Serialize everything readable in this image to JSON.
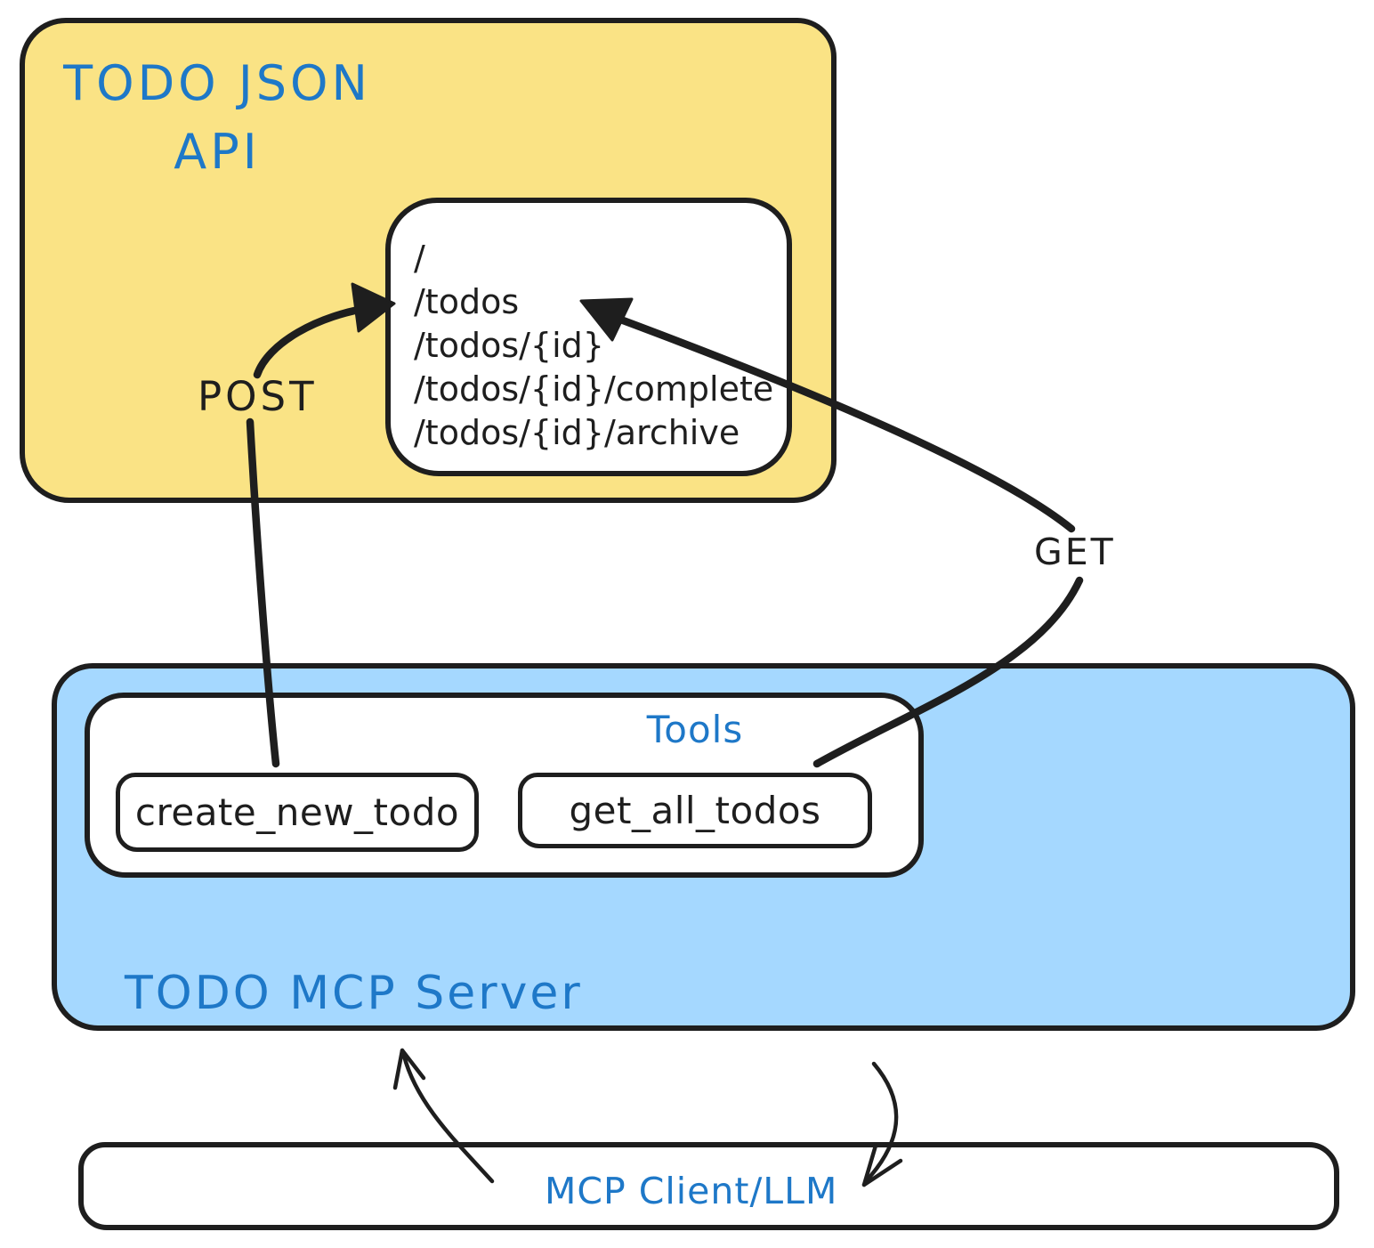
{
  "api_box": {
    "title": [
      "TODO JSON",
      "API"
    ],
    "endpoints_box": {
      "paths": [
        "/",
        "/todos",
        "/todos/{id}",
        "/todos/{id}/complete",
        "/todos/{id}/archive"
      ]
    }
  },
  "mcp_server_box": {
    "label": "TODO MCP Server",
    "tools_box": {
      "label": "Tools",
      "tools": [
        "create_new_todo",
        "get_all_todos"
      ]
    }
  },
  "client_box": {
    "label": "MCP Client/LLM"
  },
  "arrow_labels": {
    "post": "POST",
    "get": "GET"
  },
  "colors": {
    "ink": "#1e1e1e",
    "api_fill": "#FAE385",
    "server_fill": "#A5D8FF",
    "accent_text": "#1E78C8",
    "box_fill": "#ffffff"
  }
}
